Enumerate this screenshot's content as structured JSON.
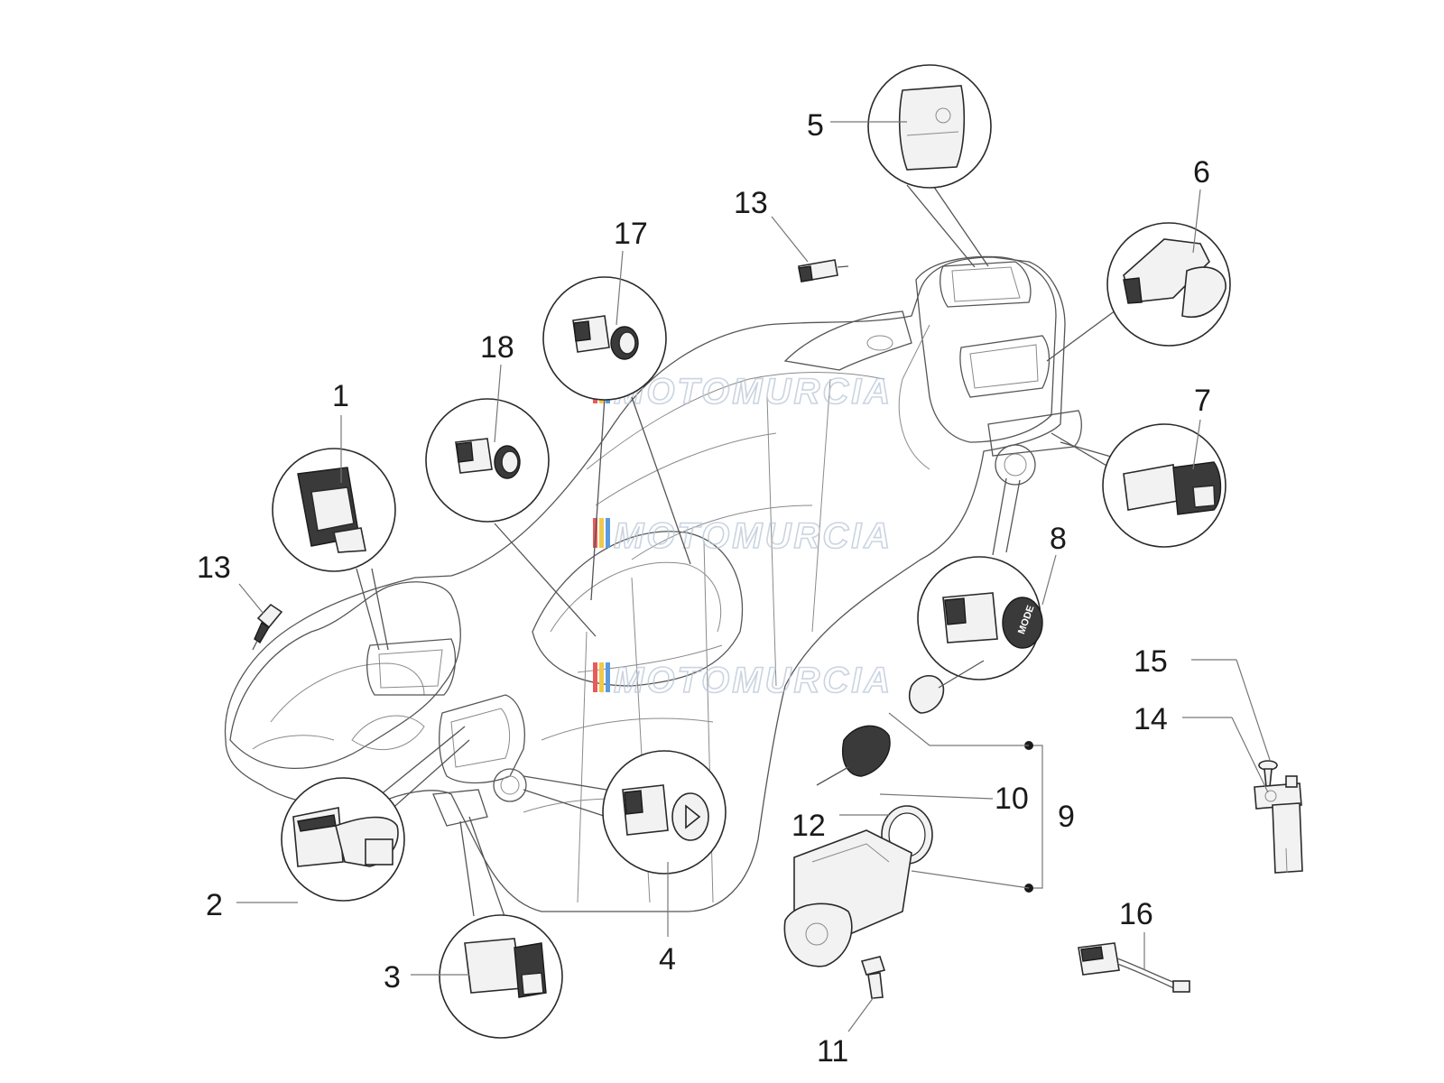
{
  "diagram": {
    "callouts": [
      {
        "id": "1",
        "text": "1"
      },
      {
        "id": "2",
        "text": "2"
      },
      {
        "id": "3",
        "text": "3"
      },
      {
        "id": "4",
        "text": "4"
      },
      {
        "id": "5",
        "text": "5"
      },
      {
        "id": "6",
        "text": "6"
      },
      {
        "id": "7",
        "text": "7"
      },
      {
        "id": "8",
        "text": "8"
      },
      {
        "id": "9",
        "text": "9"
      },
      {
        "id": "10",
        "text": "10"
      },
      {
        "id": "11",
        "text": "11"
      },
      {
        "id": "12",
        "text": "12"
      },
      {
        "id": "13a",
        "text": "13"
      },
      {
        "id": "13b",
        "text": "13"
      },
      {
        "id": "14",
        "text": "14"
      },
      {
        "id": "15",
        "text": "15"
      },
      {
        "id": "16",
        "text": "16"
      },
      {
        "id": "17",
        "text": "17"
      },
      {
        "id": "18",
        "text": "18"
      }
    ],
    "watermark": "MOTOMURCIA",
    "button_labels": {
      "mode": "MODE"
    }
  }
}
